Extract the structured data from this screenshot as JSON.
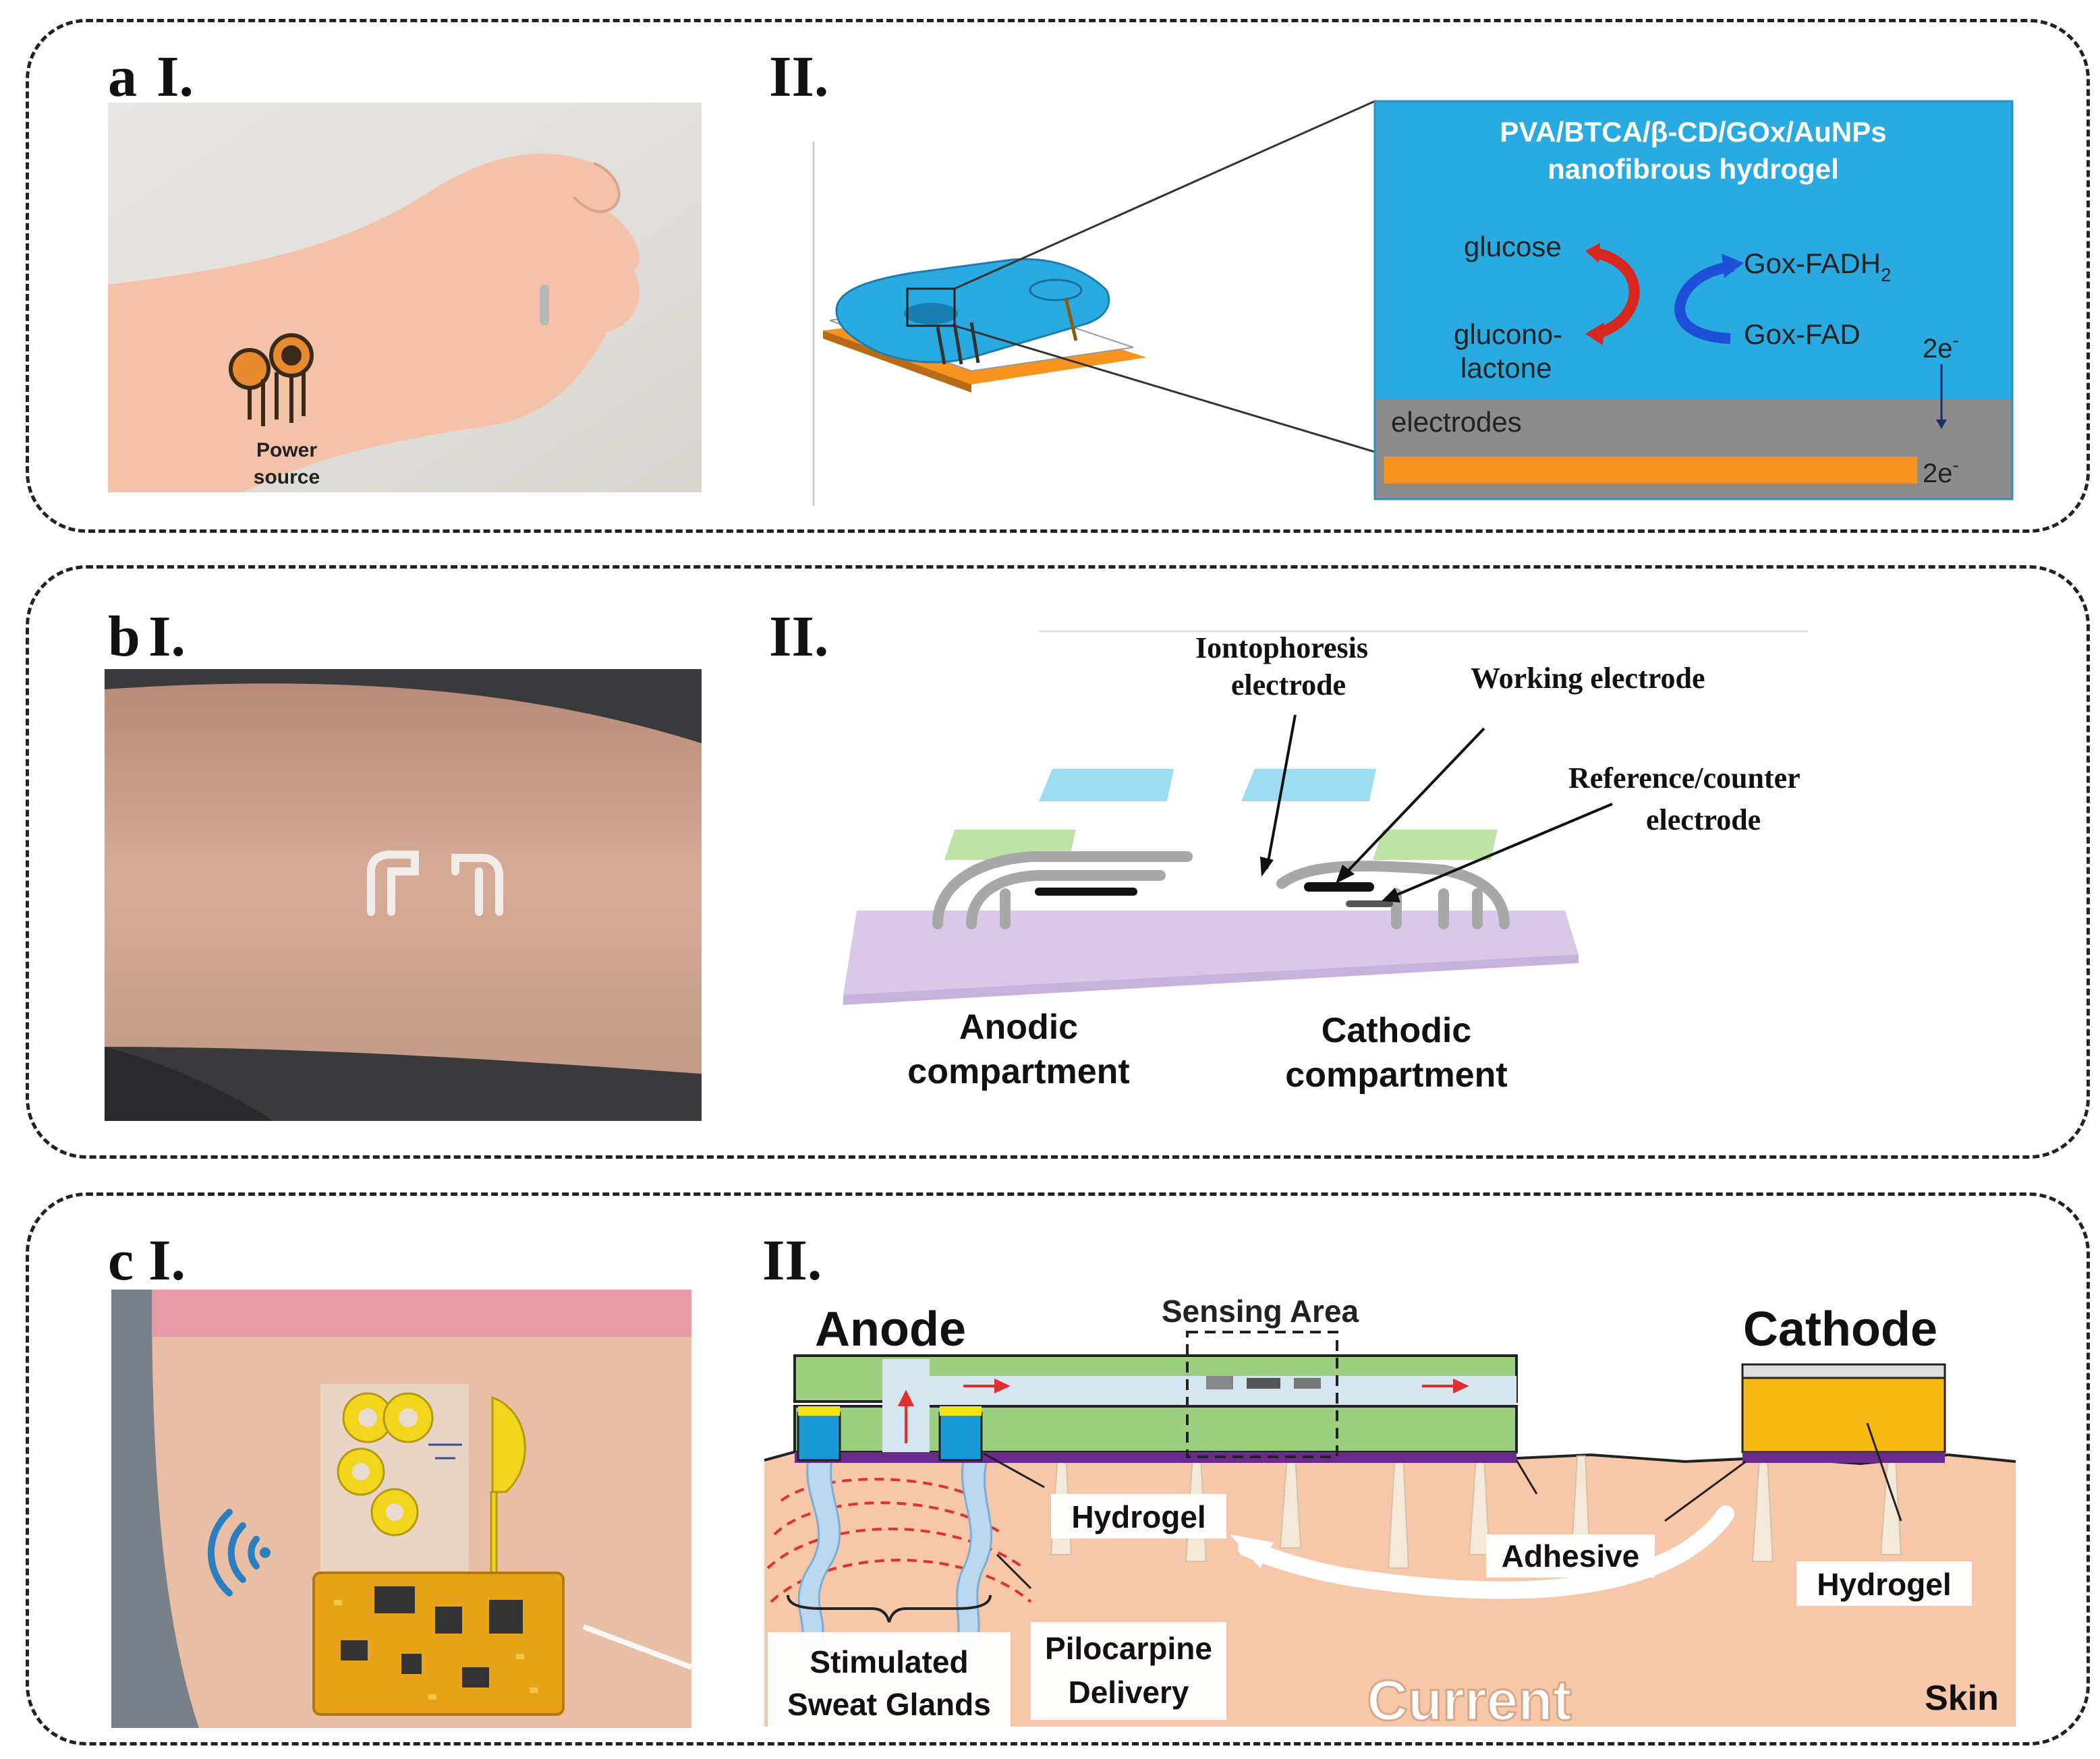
{
  "panel_a": {
    "label_letter": "a",
    "label_roman_1": "I.",
    "label_roman_2": "II.",
    "photo_label_line1": "Power",
    "photo_label_line2": "source",
    "hydrogel_title_line1": "PVA/BTCA/β-CD/GOx/AuNPs",
    "hydrogel_title_line2": "nanofibrous hydrogel",
    "reactant_1": "glucose",
    "product_1_line1": "glucono-",
    "product_1_line2": "lactone",
    "enzyme_reduced": "Gox-FADH",
    "enzyme_reduced_sub": "2",
    "enzyme_oxidized": "Gox-FAD",
    "electron_top": "2e",
    "electron_sup": "-",
    "electrodes_label": "electrodes",
    "electron_bottom": "2e",
    "colors": {
      "hydrogel": "#29abe2",
      "electrode_gray": "#8c8c8c",
      "electrode_orange": "#f7931e",
      "title_text": "#ffffff",
      "arrow_red": "#d7261e",
      "arrow_blue": "#1e4fd7"
    }
  },
  "panel_b": {
    "label_letter": "b",
    "label_roman_1": "I.",
    "label_roman_2": "II.",
    "iontophoresis_line1": "Iontophoresis",
    "iontophoresis_line2": "electrode",
    "working_electrode": "Working electrode",
    "reference_line1": "Reference/counter",
    "reference_line2": "electrode",
    "anodic_line1": "Anodic",
    "anodic_line2": "compartment",
    "cathodic_line1": "Cathodic",
    "cathodic_line2": "compartment",
    "colors": {
      "substrate": "#d9c9e8",
      "top_block": "#9edcf2",
      "mid_block": "#bfe3a6",
      "electrode": "#a8a8a8"
    }
  },
  "panel_c": {
    "label_letter": "c",
    "label_roman_1": "I.",
    "label_roman_2": "II.",
    "anode": "Anode",
    "sensing_area": "Sensing Area",
    "cathode": "Cathode",
    "hydrogel_left": "Hydrogel",
    "adhesive": "Adhesive",
    "hydrogel_right": "Hydrogel",
    "stimulated_line1": "Stimulated",
    "stimulated_line2": "Sweat Glands",
    "pilocarpine_line1": "Pilocarpine",
    "pilocarpine_line2": "Delivery",
    "current": "Current",
    "skin": "Skin",
    "colors": {
      "skin": "#f6c7a8",
      "channel": "#9ccf7f",
      "gel_blue": "#1a9ad6",
      "cathode_gel": "#f9b915",
      "adhesive_purple": "#6b2a8e"
    }
  }
}
